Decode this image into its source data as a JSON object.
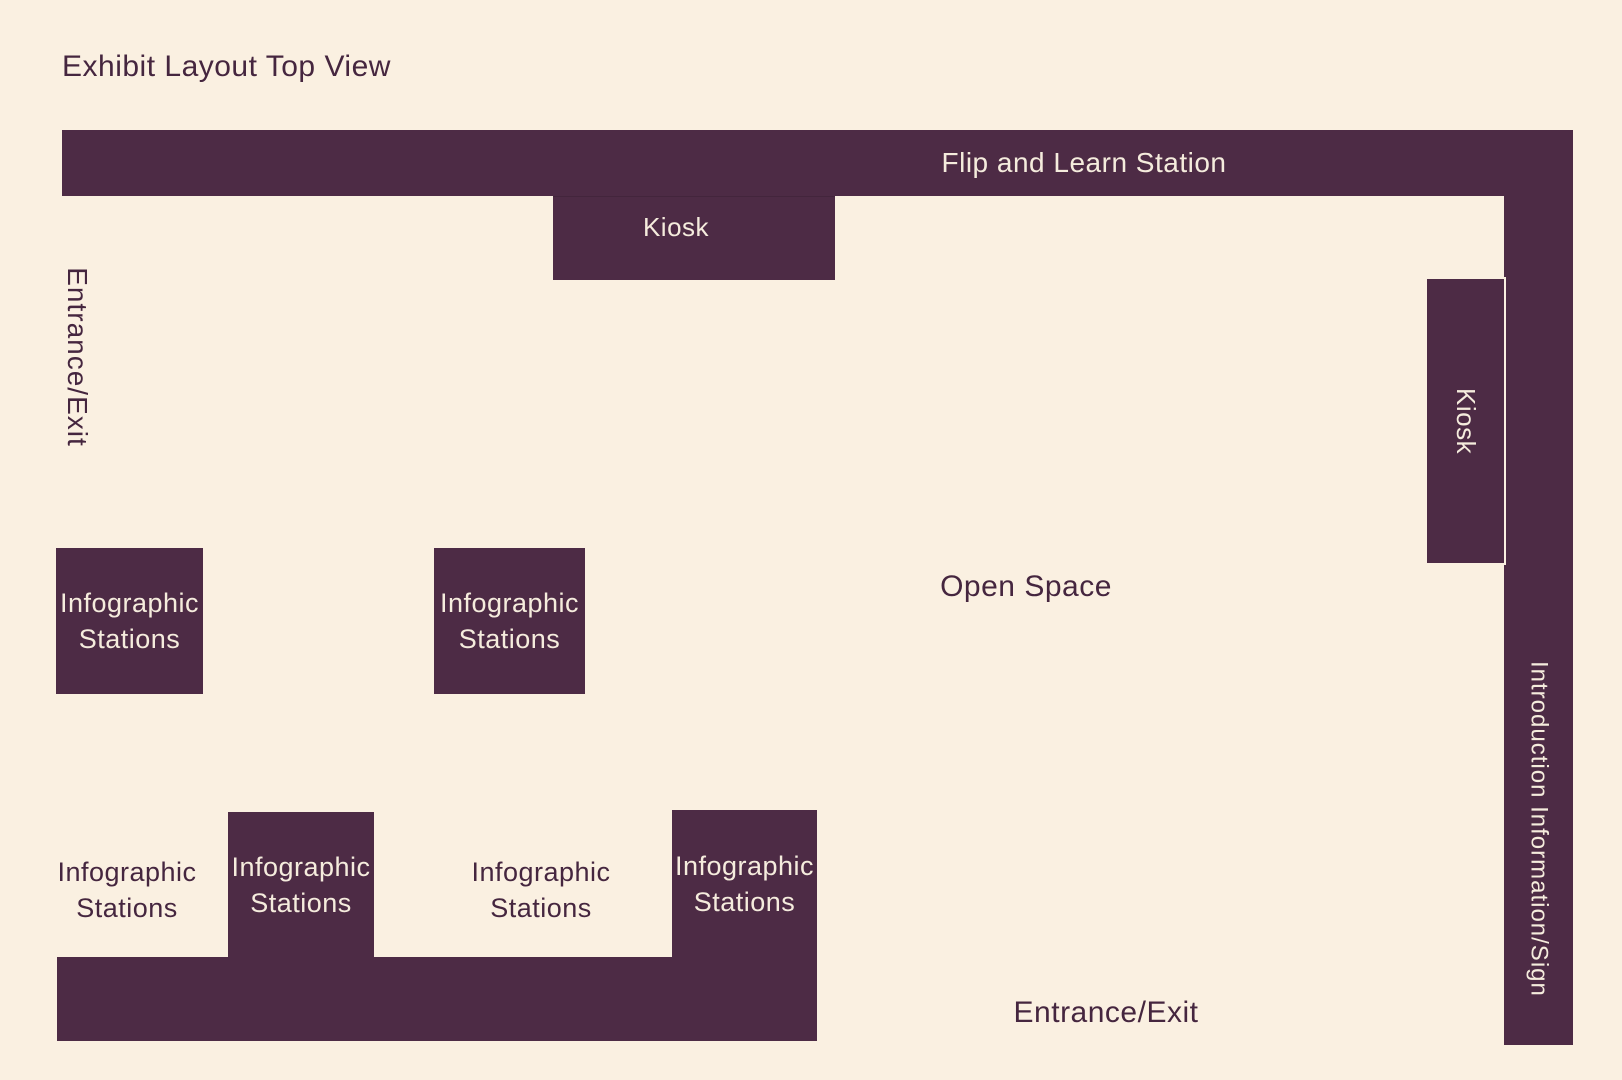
{
  "title": "Exhibit Layout Top View",
  "colors": {
    "background": "#faf0e1",
    "shape_fill": "#4d2b45",
    "dark_text": "#45263f",
    "light_text": "#f5ecdd"
  },
  "areas": {
    "flip_and_learn": {
      "label": "Flip and Learn Station"
    },
    "kiosk_top": {
      "label": "Kiosk"
    },
    "kiosk_right": {
      "label": "Kiosk"
    },
    "introduction_sign": {
      "label": "Introduction Information/Sign"
    },
    "entrance_left": {
      "label": "Entrance/Exit"
    },
    "entrance_bottom": {
      "label": "Entrance/Exit"
    },
    "open_space": {
      "label": "Open Space"
    }
  },
  "stations": {
    "filled": [
      {
        "line1": "Infographic",
        "line2": "Stations"
      },
      {
        "line1": "Infographic",
        "line2": "Stations"
      },
      {
        "line1": "Infographic",
        "line2": "Stations"
      },
      {
        "line1": "Infographic",
        "line2": "Stations"
      }
    ],
    "text_only": [
      {
        "line1": "Infographic",
        "line2": "Stations"
      },
      {
        "line1": "Infographic",
        "line2": "Stations"
      }
    ]
  }
}
